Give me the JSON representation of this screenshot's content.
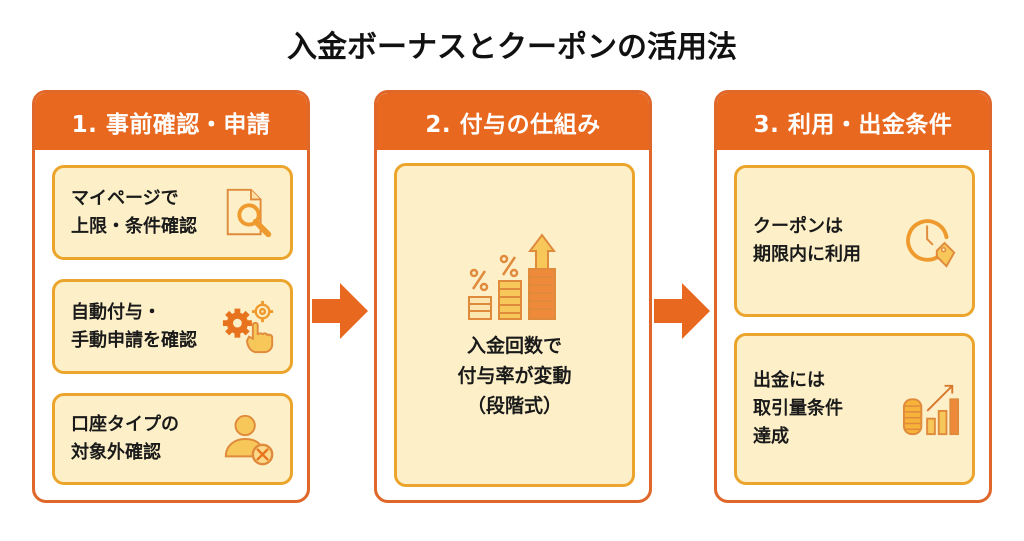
{
  "title": "入金ボーナスとクーポンの活用法",
  "colors": {
    "header_orange": "#e8681f",
    "border_orange": "#e0672a",
    "card_fill": "#fdf0c8",
    "card_border": "#eba52c",
    "icon_orange": "#ee9a3c",
    "icon_yellow": "#f7c75a"
  },
  "steps": [
    {
      "header": "1. 事前確認・申請",
      "cards": [
        {
          "text": "マイページで\n上限・条件確認",
          "icon": "document-search-icon"
        },
        {
          "text": "自動付与・\n手動申請を確認",
          "icon": "gears-hand-icon"
        },
        {
          "text": "口座タイプの\n対象外確認",
          "icon": "user-excluded-icon"
        }
      ]
    },
    {
      "header": "2. 付与の仕組み",
      "cards": [
        {
          "text": "入金回数で\n付与率が変動\n（段階式）",
          "icon": "percent-growth-icon"
        }
      ]
    },
    {
      "header": "3. 利用・出金条件",
      "cards": [
        {
          "text": "クーポンは\n期限内に利用",
          "icon": "clock-tag-icon"
        },
        {
          "text": "出金には\n取引量条件\n達成",
          "icon": "coins-chart-icon"
        }
      ]
    }
  ],
  "arrows": [
    "arrow-right-icon",
    "arrow-right-icon"
  ]
}
